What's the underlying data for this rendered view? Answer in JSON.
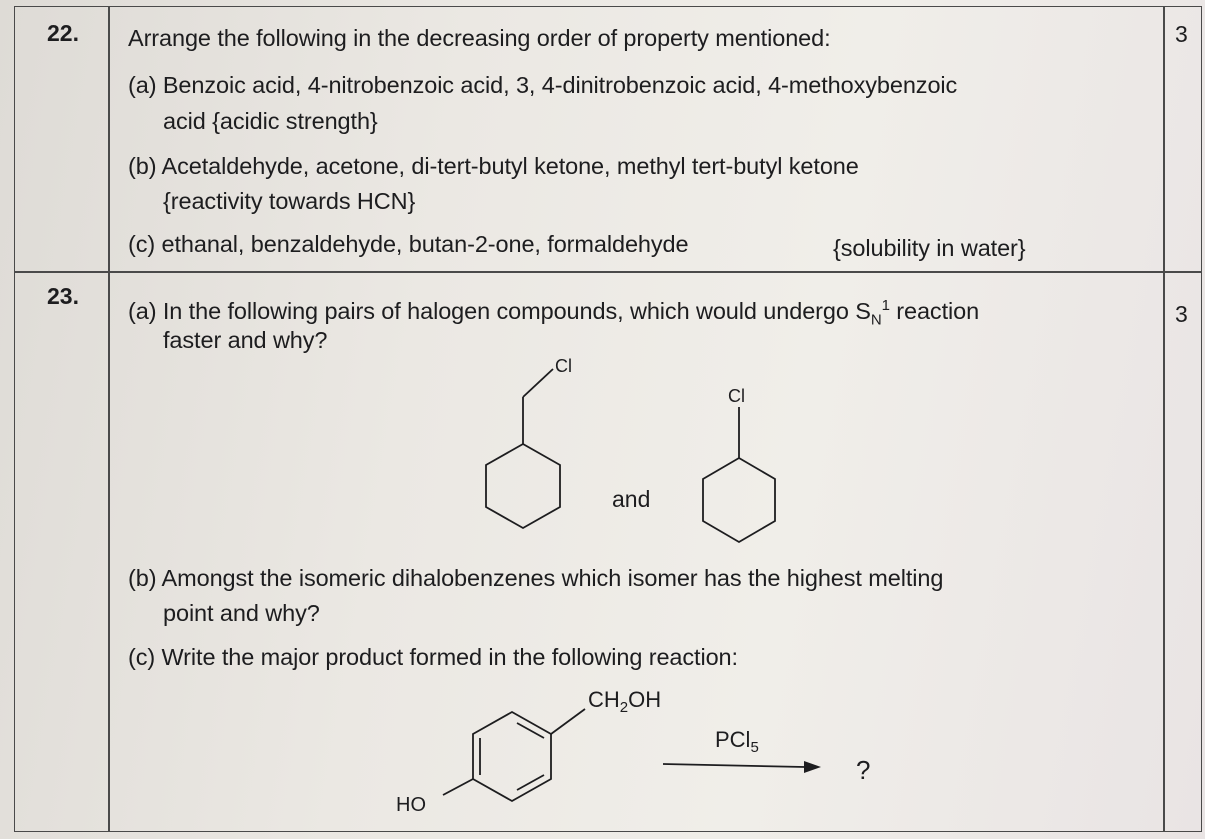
{
  "q22": {
    "number": "22.",
    "marks": "3",
    "intro": "Arrange the following in the decreasing order of property mentioned:",
    "a_line1": "(a) Benzoic acid, 4-nitrobenzoic acid, 3, 4-dinitrobenzoic acid, 4-methoxybenzoic",
    "a_line2": "acid {acidic strength}",
    "b_line1": "(b) Acetaldehyde, acetone, di-tert-butyl ketone, methyl tert-butyl ketone",
    "b_line2": "{reactivity towards HCN}",
    "c_line1": "(c) ethanal, benzaldehyde, butan-2-one, formaldehyde",
    "c_prop": "{solubility in water}"
  },
  "q23": {
    "number": "23.",
    "marks": "3",
    "a_line1_pre": "(a) In the following pairs of halogen compounds, which would undergo S",
    "a_sub": "N",
    "a_sup": "1",
    "a_line1_post": " reaction",
    "a_line2": "faster and why?",
    "struct1_label": "Cl",
    "struct2_label": "Cl",
    "and_label": "and",
    "b_line1": "(b) Amongst the isomeric dihalobenzenes which isomer has the highest melting",
    "b_line2": "point and why?",
    "c_line1": "(c) Write the major product formed in the following reaction:",
    "reactant_top": "CH",
    "reactant_top_sub": "2",
    "reactant_top_post": "OH",
    "reactant_bottom": "HO",
    "reagent": "PCl",
    "reagent_sub": "5",
    "product": "?"
  }
}
